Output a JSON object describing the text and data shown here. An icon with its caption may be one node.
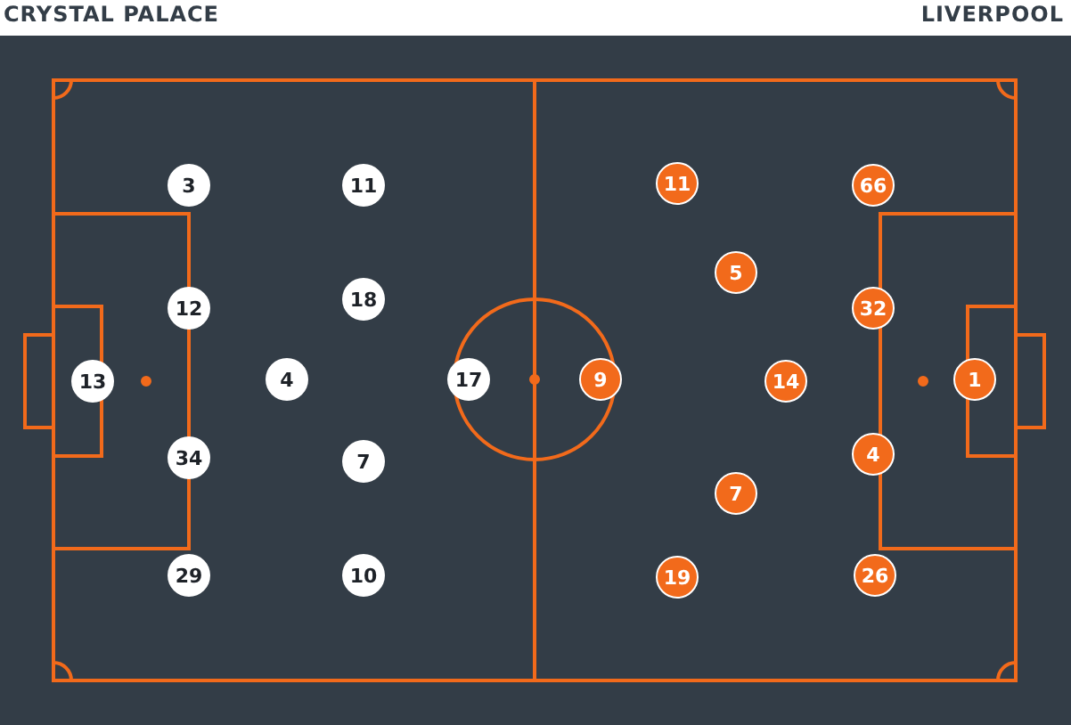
{
  "diagram": {
    "nodes": [
      {
        "text": [
          "3"
        ]
      },
      {
        "text": [
          "11"
        ]
      },
      {
        "text": [
          "12"
        ]
      },
      {
        "text": [
          "18"
        ]
      },
      {
        "text": [
          "13"
        ]
      },
      {
        "text": [
          "4"
        ]
      },
      {
        "text": [
          "17"
        ]
      },
      {
        "text": [
          "34"
        ]
      },
      {
        "text": [
          "7"
        ]
      },
      {
        "text": [
          "29"
        ]
      },
      {
        "text": [
          "10"
        ]
      },
      {
        "text": [
          "11"
        ]
      },
      {
        "text": [
          "66"
        ]
      },
      {
        "text": [
          "5"
        ]
      },
      {
        "text": [
          "32"
        ]
      },
      {
        "text": [
          "9"
        ]
      },
      {
        "text": [
          "14"
        ]
      },
      {
        "text": [
          "1"
        ]
      },
      {
        "text": [
          "4"
        ]
      },
      {
        "text": [
          "7"
        ]
      },
      {
        "text": [
          "19"
        ]
      },
      {
        "text": [
          "26"
        ]
      }
    ],
    "edges": [],
    "labels": [
      "CRYSTAL PALACE",
      "LIVERPOOL"
    ]
  }
}
